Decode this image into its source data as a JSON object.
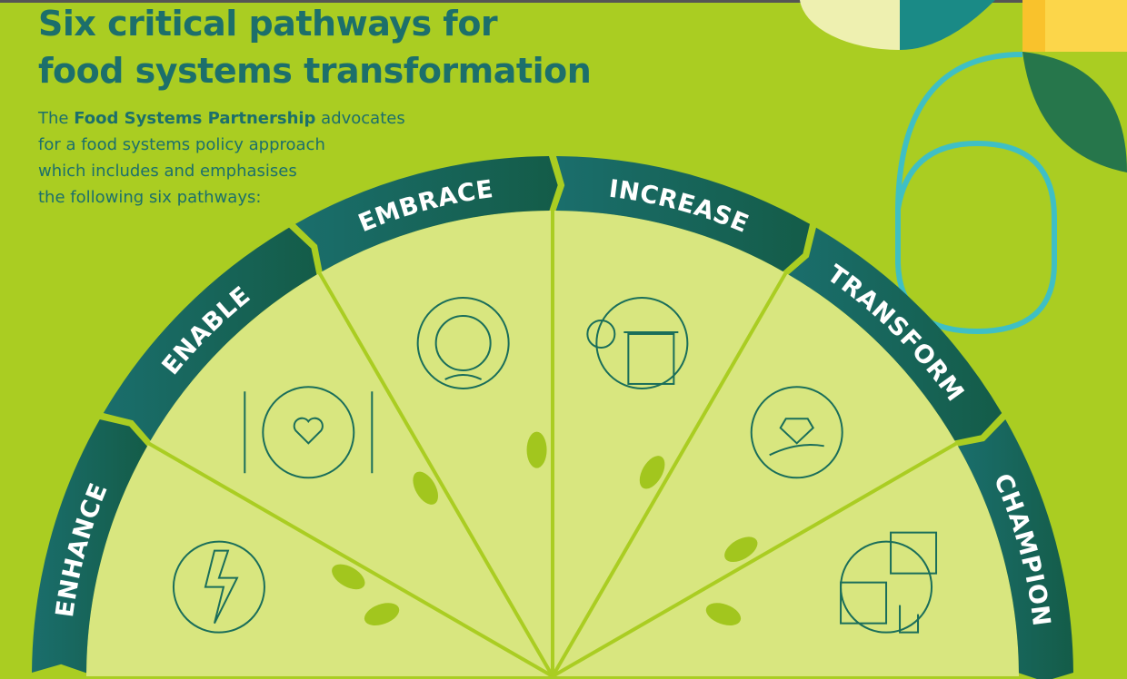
{
  "header": {
    "title_line1": "Six critical pathways for",
    "title_line2": "food systems transformation",
    "intro_prefix": "The ",
    "intro_bold": "Food Systems Partnership",
    "intro_rest1": " advocates",
    "intro_line2": "for a food systems policy approach",
    "intro_line3": "which includes and emphasises",
    "intro_line4": "the following six pathways:"
  },
  "decor": {
    "big_number": "6"
  },
  "pathways": [
    {
      "label": "ENHANCE",
      "icon": "earth-energy-icon"
    },
    {
      "label": "ENABLE",
      "icon": "plate-heart-cycle-icon"
    },
    {
      "label": "EMBRACE",
      "icon": "globe-biodiversity-icon"
    },
    {
      "label": "INCREASE",
      "icon": "food-waste-bin-icon"
    },
    {
      "label": "TRANSFORM",
      "icon": "hand-diamond-cycle-icon"
    },
    {
      "label": "CHAMPION",
      "icon": "data-dashboard-touch-icon"
    }
  ],
  "colors": {
    "background": "#aacd22",
    "inner": "#d8e67f",
    "band_left": "#1a6e6c",
    "band_right": "#166049",
    "title": "#1c6f6b",
    "six_outline": "#3fbfc4"
  }
}
